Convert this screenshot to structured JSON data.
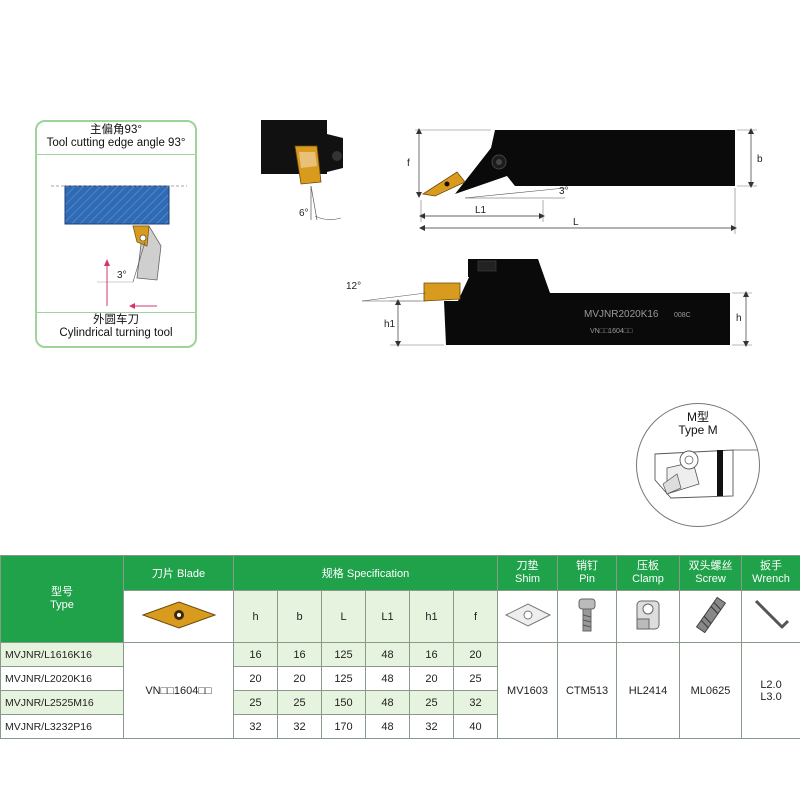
{
  "cutting_angle": {
    "cn": "主偏角93°",
    "en": "Tool cutting edge angle 93°"
  },
  "turning": {
    "cn": "外圆车刀",
    "en": "Cylindrical turning tool"
  },
  "type_m": {
    "cn": "M型",
    "en": "Type M"
  },
  "dims": {
    "f": "f",
    "b": "b",
    "L1": "L1",
    "L": "L",
    "h": "h",
    "h1": "h1",
    "angle_3": "3°",
    "angle_6": "6°",
    "angle_12": "12°",
    "angle_3_small": "3°"
  },
  "holder_text": {
    "model": "MVJNR2020K16",
    "code": "008C",
    "insert_mark": "VN□□1604□□"
  },
  "colors": {
    "green": "#1fa24a",
    "shade": "#e6f4df",
    "insert": "#d99b1e",
    "workpiece": "#2f6ab4"
  },
  "table": {
    "type_cn": "型号",
    "type_en": "Type",
    "blade": "刀片 Blade",
    "spec": "规格 Specification",
    "shim_cn": "刀垫",
    "shim_en": "Shim",
    "pin_cn": "销钉",
    "pin_en": "Pin",
    "clamp_cn": "压板",
    "clamp_en": "Clamp",
    "screw_cn": "双头螺丝",
    "screw_en": "Screw",
    "wrench_cn": "扳手",
    "wrench_en": "Wrench",
    "cols": [
      "h",
      "b",
      "L",
      "L1",
      "h1",
      "f"
    ],
    "rows": [
      {
        "type": "MVJNR/L1616K16",
        "values": [
          "16",
          "16",
          "125",
          "48",
          "16",
          "20"
        ]
      },
      {
        "type": "MVJNR/L2020K16",
        "values": [
          "20",
          "20",
          "125",
          "48",
          "20",
          "25"
        ]
      },
      {
        "type": "MVJNR/L2525M16",
        "values": [
          "25",
          "25",
          "150",
          "48",
          "25",
          "32"
        ]
      },
      {
        "type": "MVJNR/L3232P16",
        "values": [
          "32",
          "32",
          "170",
          "48",
          "32",
          "40"
        ]
      }
    ],
    "blade_value": "VN□□1604□□",
    "shim": "MV1603",
    "pin": "CTM513",
    "clamp": "HL2414",
    "screw": "ML0625",
    "wrench": [
      "L2.0",
      "L3.0"
    ]
  }
}
